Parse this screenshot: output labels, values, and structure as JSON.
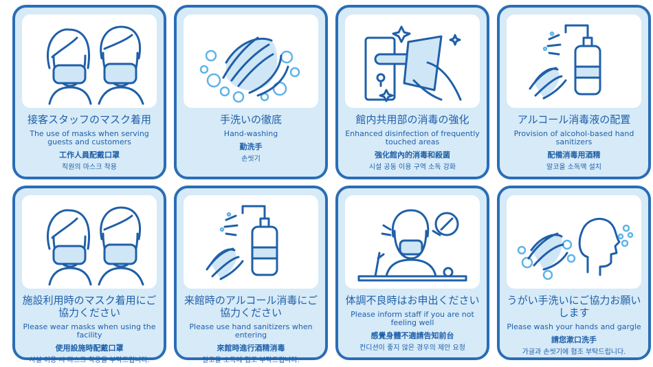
{
  "cards": [
    {
      "icon": "masked-staff-icon",
      "ja": "接客スタッフのマスク着用",
      "en": "The use of masks when serving guests and customers",
      "zh": "工作人員配戴口罩",
      "ko": "직원의 마스크 착용"
    },
    {
      "icon": "hand-washing-icon",
      "ja": "手洗いの徹底",
      "en": "Hand-washing",
      "zh": "勤洗手",
      "ko": "손씻기"
    },
    {
      "icon": "door-handle-disinfection-icon",
      "ja": "館内共用部の消毒の強化",
      "en": "Enhanced disinfection of frequently touched areas",
      "zh": "強化館內的消毒和殺菌",
      "ko": "시설 공동 이용 구역 소독 강화"
    },
    {
      "icon": "alcohol-sanitizer-icon",
      "ja": "アルコール消毒液の配置",
      "en": "Provision of alcohol-based hand sanitizers",
      "zh": "配備消毒用酒精",
      "ko": "알코올 소독액 설치"
    },
    {
      "icon": "masked-visitors-icon",
      "ja": "施設利用時のマスク着用にご協力ください",
      "en": "Please wear masks when using the facility",
      "zh": "使用設施時配戴口罩",
      "ko": "시설 이용 시 마스크 착용을 부탁드립니다."
    },
    {
      "icon": "sanitizer-on-entry-icon",
      "ja": "来館時のアルコール消毒にご協力ください",
      "en": "Please use hand sanitizers when entering",
      "zh": "來館時進行酒精消毒",
      "ko": "알코올 소독에 협조 부탁드립니다."
    },
    {
      "icon": "unwell-person-at-desk-icon",
      "ja": "体調不良時はお申出ください",
      "en": "Please inform staff if you are not feeling well",
      "zh": "感覺身體不適請告知前台",
      "ko": "컨디션이 좋지 않은 경우의 제안 요청"
    },
    {
      "icon": "gargle-and-wash-icon",
      "ja": "うがい手洗いにご協力お願いします",
      "en": "Please wash your hands and gargle",
      "zh": "請您漱口洗手",
      "ko": "가글과 손씻기에 협조 부탁드립니다."
    }
  ]
}
